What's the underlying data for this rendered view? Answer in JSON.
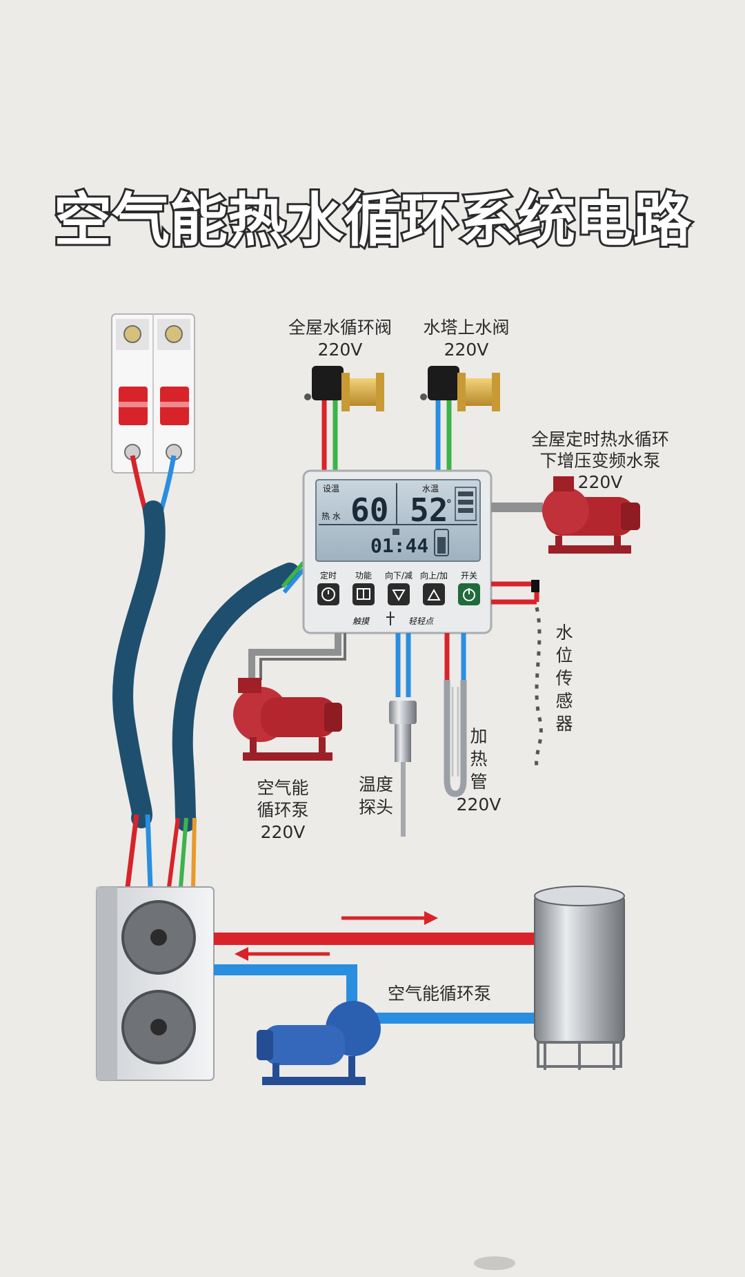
{
  "title": "空气能热水循环系统电路",
  "labels": {
    "valve1_name": "全屋水循环阀",
    "valve1_voltage": "220V",
    "valve2_name": "水塔上水阀",
    "valve2_voltage": "220V",
    "booster_pump_line1": "全屋定时热水循环",
    "booster_pump_line2": "下增压变频水泵",
    "booster_pump_voltage": "220V",
    "circ_pump_line1": "空气能",
    "circ_pump_line2": "循环泵",
    "circ_pump_voltage": "220V",
    "temp_probe_line1": "温度",
    "temp_probe_line2": "探头",
    "heater_line1": "加",
    "heater_line2": "热",
    "heater_line3": "管",
    "heater_voltage": "220V",
    "level_sensor": [
      "水",
      "位",
      "传",
      "感",
      "器"
    ],
    "loop_pump": "空气能循环泵"
  },
  "controller": {
    "lcd_left_label": "设温",
    "lcd_right_label": "水温",
    "lcd_mode": "热 水",
    "set_temp": "60",
    "water_temp": "52",
    "time": "01:44",
    "buttons": [
      "定时",
      "功能",
      "向下/减",
      "向上/加",
      "开关"
    ],
    "touch_text_left": "触摸",
    "touch_text_right": "轻轻点"
  },
  "colors": {
    "hot_pipe": "#d8232a",
    "cold_pipe": "#2a8ee0",
    "wire_red": "#d8232a",
    "wire_blue": "#2a8ee0",
    "wire_green": "#3cb44a",
    "cable": "#1f4f6e",
    "pump_red": "#b3262e",
    "pump_blue": "#2b5fb0"
  }
}
